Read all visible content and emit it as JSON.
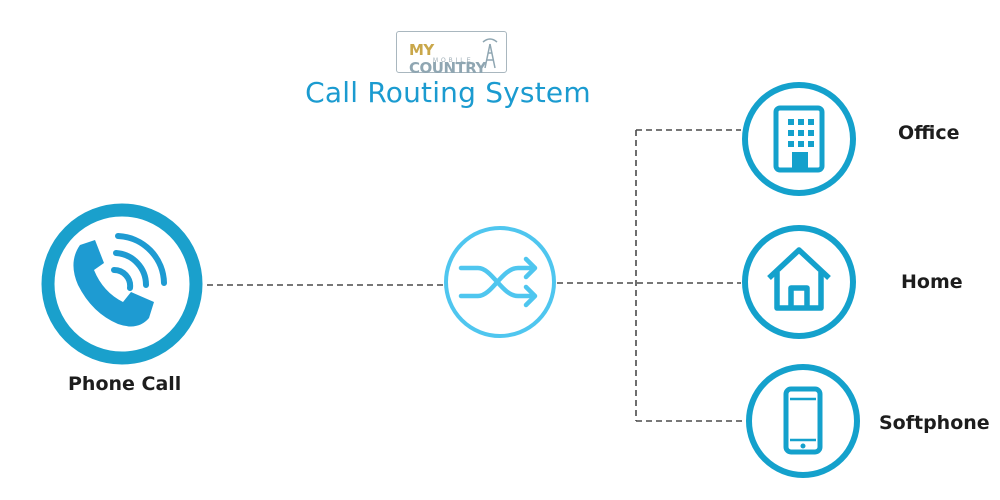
{
  "logo": {
    "text_main": "MY ",
    "text_accent": "COUNTRY",
    "text_sub": "MOBILE"
  },
  "title": "Call Routing System",
  "source": {
    "label": "Phone Call",
    "icon": "phone-ringing-icon"
  },
  "router": {
    "icon": "shuffle-icon"
  },
  "destinations": [
    {
      "label": "Office",
      "icon": "office-building-icon"
    },
    {
      "label": "Home",
      "icon": "home-icon"
    },
    {
      "label": "Softphone",
      "icon": "smartphone-icon"
    }
  ],
  "colors": {
    "primary": "#1b9bd0",
    "source_ring": "#1aa0cc",
    "router_ring": "#4fc6ef",
    "connector": "#4a4a4a",
    "label": "#1d1d1d"
  }
}
